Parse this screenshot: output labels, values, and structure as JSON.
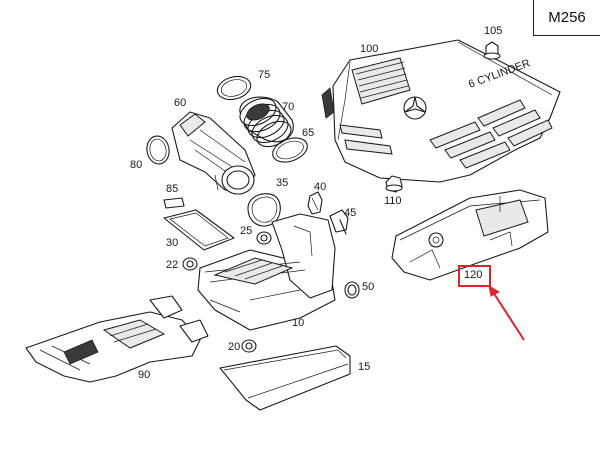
{
  "diagram": {
    "model_code": "M256",
    "engine_cover_text": "6 CYLINDER",
    "highlight_color": "#d9262b",
    "highlighted_part": "120",
    "callouts": [
      "100",
      "105",
      "75",
      "60",
      "70",
      "65",
      "80",
      "85",
      "35",
      "40",
      "110",
      "25",
      "45",
      "30",
      "22",
      "10",
      "50",
      "120",
      "20",
      "15",
      "90"
    ]
  }
}
